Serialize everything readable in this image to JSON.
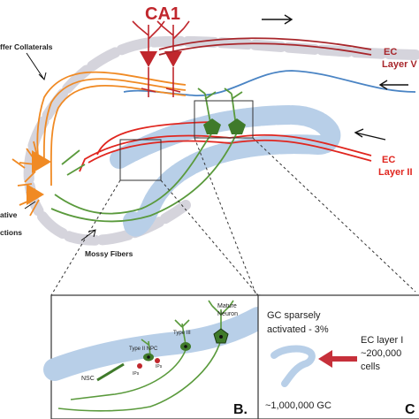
{
  "labels": {
    "ca1": "CA1",
    "schaffer": "ffer Collaterals",
    "ec_layer_v_line1": "EC",
    "ec_layer_v_line2": "Layer V",
    "ec_layer_ii_line1": "EC",
    "ec_layer_ii_line2": "Layer II",
    "ative": "ative",
    "ctions": "ctions",
    "mossy": "Mossy Fibers"
  },
  "panel_b": {
    "mature_line1": "Mature",
    "mature_line2": "Neuron",
    "type3": "Type III",
    "type2": "Type II NPC",
    "nsc": "NSC",
    "ips": "IPs",
    "label": "B."
  },
  "panel_c": {
    "gc_line1": "GC sparsely",
    "gc_line2": "activated - 3%",
    "ec_line1": "EC layer I",
    "ec_line2": "~200,000",
    "ec_line3": "cells",
    "count": "~1,000,000 GC",
    "label": "C"
  },
  "colors": {
    "ca1_red": "#c0272d",
    "ec_v_red": "#a8262b",
    "ec_ii_red": "#e0261f",
    "orange": "#f08a24",
    "green": "#5a9a3c",
    "green_dark": "#3f7a2a",
    "blue_line": "#4a84c4",
    "dentate_blue": "#b8cfe8",
    "grey_band": "#d5d4dc",
    "arrow_red": "#c6303a"
  }
}
